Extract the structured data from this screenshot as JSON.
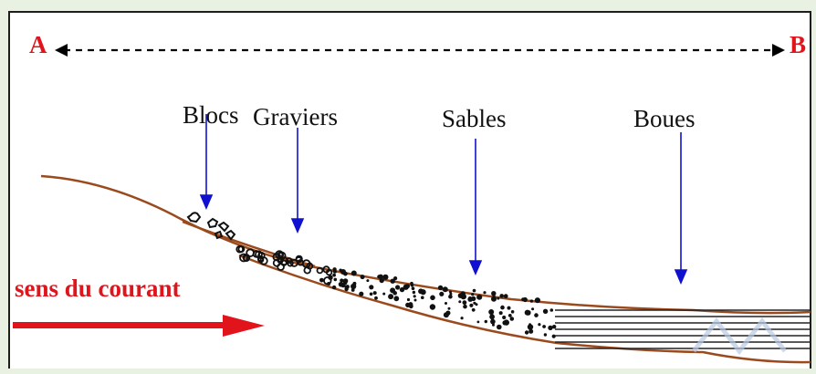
{
  "endpoints": {
    "start": "A",
    "end": "B"
  },
  "sediments": [
    {
      "label": "Blocs"
    },
    {
      "label": "Graviers"
    },
    {
      "label": "Sables"
    },
    {
      "label": "Boues"
    }
  ],
  "current": {
    "label": "sens du courant"
  },
  "colors": {
    "page_bg": "#e9f1e2",
    "riverbed": "#9a4a1c",
    "pointer_arrow": "#1010d0",
    "current_arrow": "#e1141c",
    "label_red": "#e1141c",
    "dashed_arrow": "#000000"
  }
}
